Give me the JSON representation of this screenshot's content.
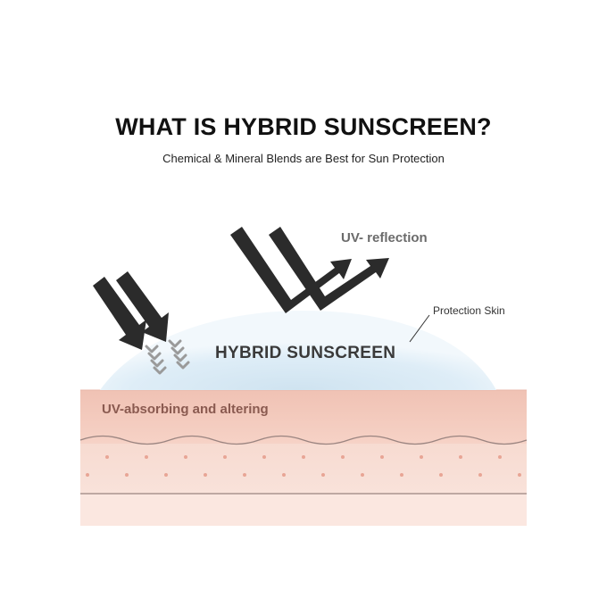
{
  "title": "WHAT IS HYBRID SUNSCREEN?",
  "subtitle": "Chemical & Mineral Blends are Best for Sun Protection",
  "labels": {
    "uv_reflection": "UV- reflection",
    "protection_skin": "Protection Skin",
    "hybrid_sunscreen": "HYBRID SUNSCREEN",
    "uv_absorbing": "UV-absorbing and altering"
  },
  "colors": {
    "arrow": "#2b2b2b",
    "chevron": "#9a9a9a",
    "sunscreen_dome": "#d4e6f2",
    "skin_top": "#f3c9bd",
    "skin_mid": "#f8dcd3",
    "skin_bottom": "#fbe6df",
    "skin_line": "#9a8480",
    "skin_dot": "#e8a595"
  },
  "icons": {
    "incoming_uv": "straight-arrow-icon",
    "reflected_uv": "bent-arrow-icon",
    "absorbed_uv": "chevron-down-icon"
  }
}
